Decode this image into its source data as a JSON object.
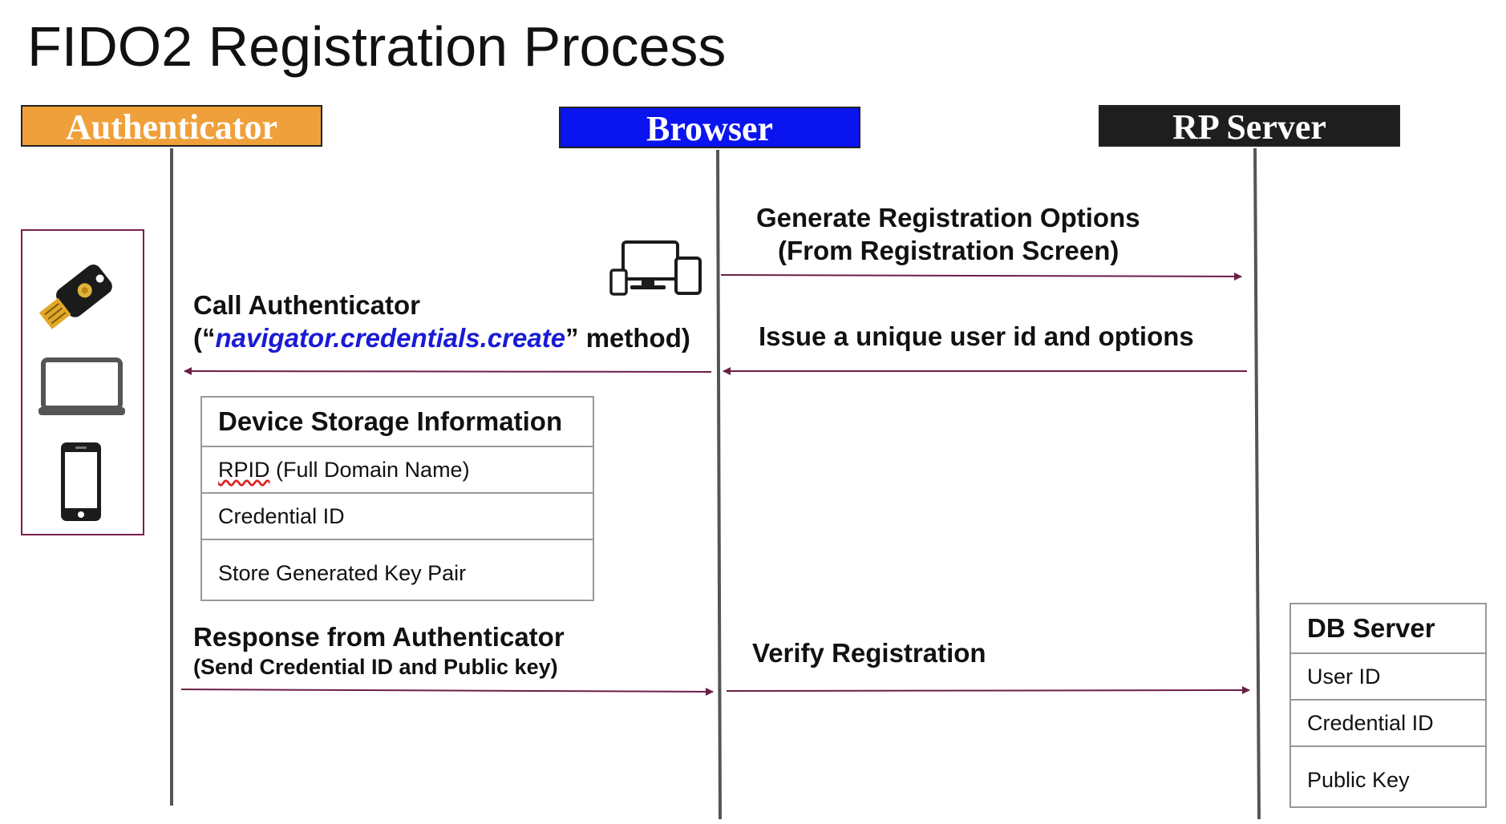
{
  "title": "FIDO2 Registration Process",
  "actors": {
    "authenticator": {
      "label": "Authenticator",
      "color": "#f0a03a"
    },
    "browser": {
      "label": "Browser",
      "color": "#0a14ee"
    },
    "rp_server": {
      "label": "RP Server",
      "color": "#1e1e1e"
    }
  },
  "messages": {
    "generate_options": {
      "line1": "Generate Registration Options",
      "line2": "(From Registration Screen)"
    },
    "issue_user_id": {
      "text": "Issue a unique user id and options"
    },
    "call_authenticator": {
      "line1": "Call Authenticator",
      "prefix": "(“",
      "method": "navigator.credentials.create",
      "suffix": "” method)"
    },
    "response": {
      "line1": "Response from Authenticator",
      "line2": "(Send Credential ID and Public key)"
    },
    "verify": {
      "text": "Verify Registration"
    }
  },
  "device_storage": {
    "header": "Device Storage Information",
    "rows": {
      "rpid_term": "RPID",
      "rpid_rest": " (Full Domain Name)",
      "credential_id": "Credential ID",
      "key_pair": "Store Generated Key Pair"
    }
  },
  "db_server": {
    "header": "DB Server",
    "rows": [
      "User ID",
      "Credential ID",
      "Public Key"
    ]
  },
  "devices": {
    "authenticator_icons": [
      "security-key-icon",
      "laptop-icon",
      "smartphone-icon"
    ],
    "browser_icon": "multi-device-icon"
  },
  "colors": {
    "arrow": "#6b1f45",
    "lifeline": "#555555",
    "method_text": "#1a1ad6"
  }
}
